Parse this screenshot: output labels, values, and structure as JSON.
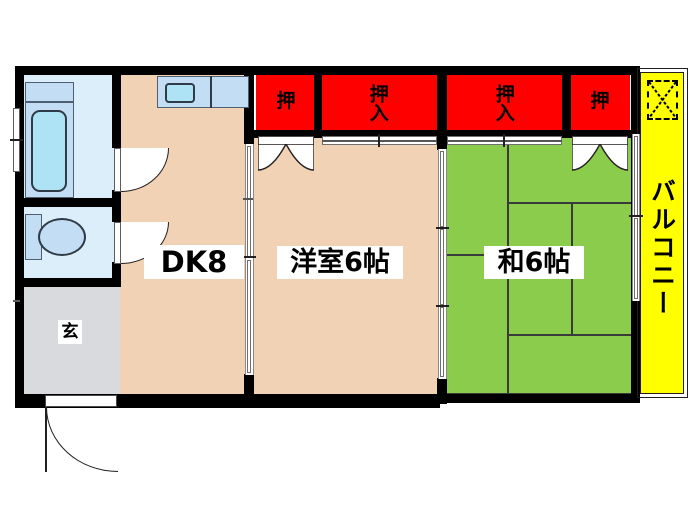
{
  "document": {
    "type": "floor-plan",
    "title": "2DK apartment floor plan",
    "orientation": "plan-view"
  },
  "colors": {
    "wall": "#000000",
    "living_beige": "#f2d2b4",
    "tatami_green": "#8ccc4c",
    "closet_red": "#fe0000",
    "balcony_yellow": "#ffff00",
    "entrance_grey": "#d9dadd",
    "water_area": "#ddeefb",
    "fixture_blue": "#c3ddf4",
    "tub_blue": "#aee2f5",
    "background": "#ffffff"
  },
  "rooms": [
    {
      "id": "dk",
      "label": "DK8",
      "kind": "dining-kitchen",
      "color": "#f2d2b4"
    },
    {
      "id": "washitsu",
      "label": "洋室6帖",
      "kind": "western-room",
      "color": "#f2d2b4"
    },
    {
      "id": "japanese",
      "label": "和6帖",
      "kind": "japanese-room",
      "color": "#8ccc4c"
    },
    {
      "id": "genkan",
      "label": "玄",
      "kind": "entrance",
      "color": "#d9dadd"
    },
    {
      "id": "balcony",
      "label": "バルコニー",
      "kind": "balcony",
      "color": "#ffff00"
    }
  ],
  "closets": [
    {
      "id": "closet-1",
      "label": "押",
      "vertical": false
    },
    {
      "id": "closet-2",
      "label": "押入",
      "vertical": true
    },
    {
      "id": "closet-3",
      "label": "押入",
      "vertical": true
    },
    {
      "id": "closet-4",
      "label": "押",
      "vertical": false
    }
  ],
  "fixtures": [
    {
      "id": "bathtub",
      "name": "bathtub"
    },
    {
      "id": "bath-shelf",
      "name": "bath-shelf"
    },
    {
      "id": "toilet-bowl",
      "name": "toilet-bowl"
    },
    {
      "id": "toilet-tank",
      "name": "toilet-tank"
    },
    {
      "id": "kitchen-counter",
      "name": "kitchen-counter"
    },
    {
      "id": "kitchen-sink",
      "name": "kitchen-sink"
    },
    {
      "id": "balcony-unit",
      "name": "balcony-utility-box"
    }
  ],
  "openings": [
    {
      "id": "entrance-door",
      "name": "entrance-door",
      "type": "hinged"
    },
    {
      "id": "bath-door",
      "name": "bath-door",
      "type": "hinged"
    },
    {
      "id": "toilet-door",
      "name": "toilet-door",
      "type": "hinged"
    },
    {
      "id": "closet-1-doors",
      "name": "closet-door",
      "type": "double-leaf"
    },
    {
      "id": "closet-4-doors",
      "name": "closet-door",
      "type": "double-leaf"
    },
    {
      "id": "closet-2-doors",
      "name": "closet-door",
      "type": "sliding"
    },
    {
      "id": "closet-3-doors",
      "name": "closet-door",
      "type": "sliding"
    },
    {
      "id": "dk-washitsu-partition",
      "name": "sliding-partition",
      "type": "sliding"
    },
    {
      "id": "washitsu-japanese-partition",
      "name": "sliding-partition",
      "type": "sliding"
    },
    {
      "id": "balcony-window",
      "name": "balcony-sliding-window",
      "type": "sliding"
    },
    {
      "id": "bath-window",
      "name": "bath-window",
      "type": "sliding"
    },
    {
      "id": "genkan-window",
      "name": "exterior-window",
      "type": "sliding"
    }
  ]
}
